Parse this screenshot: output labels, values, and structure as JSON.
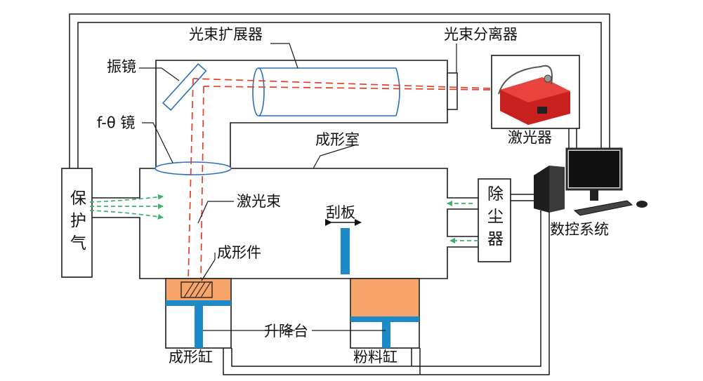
{
  "labels": {
    "beam_expander": "光束扩展器",
    "beam_splitter": "光束分离器",
    "galvo_mirror": "振镜",
    "f_theta_lens": "f-θ 镜",
    "laser": "激光器",
    "build_chamber": "成形室",
    "shielding_gas": [
      "保",
      "护",
      "气"
    ],
    "laser_beam": "激光束",
    "scraper": "刮板",
    "dust_collector": [
      "除",
      "尘",
      "器"
    ],
    "part": "成形件",
    "lift_platform": "升降台",
    "build_cylinder": "成形缸",
    "powder_cylinder": "粉料缸",
    "cnc_system": "数控系统"
  },
  "colors": {
    "outline": "#1a1a1a",
    "laser_beam": "#e0402a",
    "gas_flow": "#3cb36a",
    "lens": "#2a6fbd",
    "powder": "#f7a46a",
    "platform": "#1f8ac8",
    "laser_body": "#c8201e"
  }
}
